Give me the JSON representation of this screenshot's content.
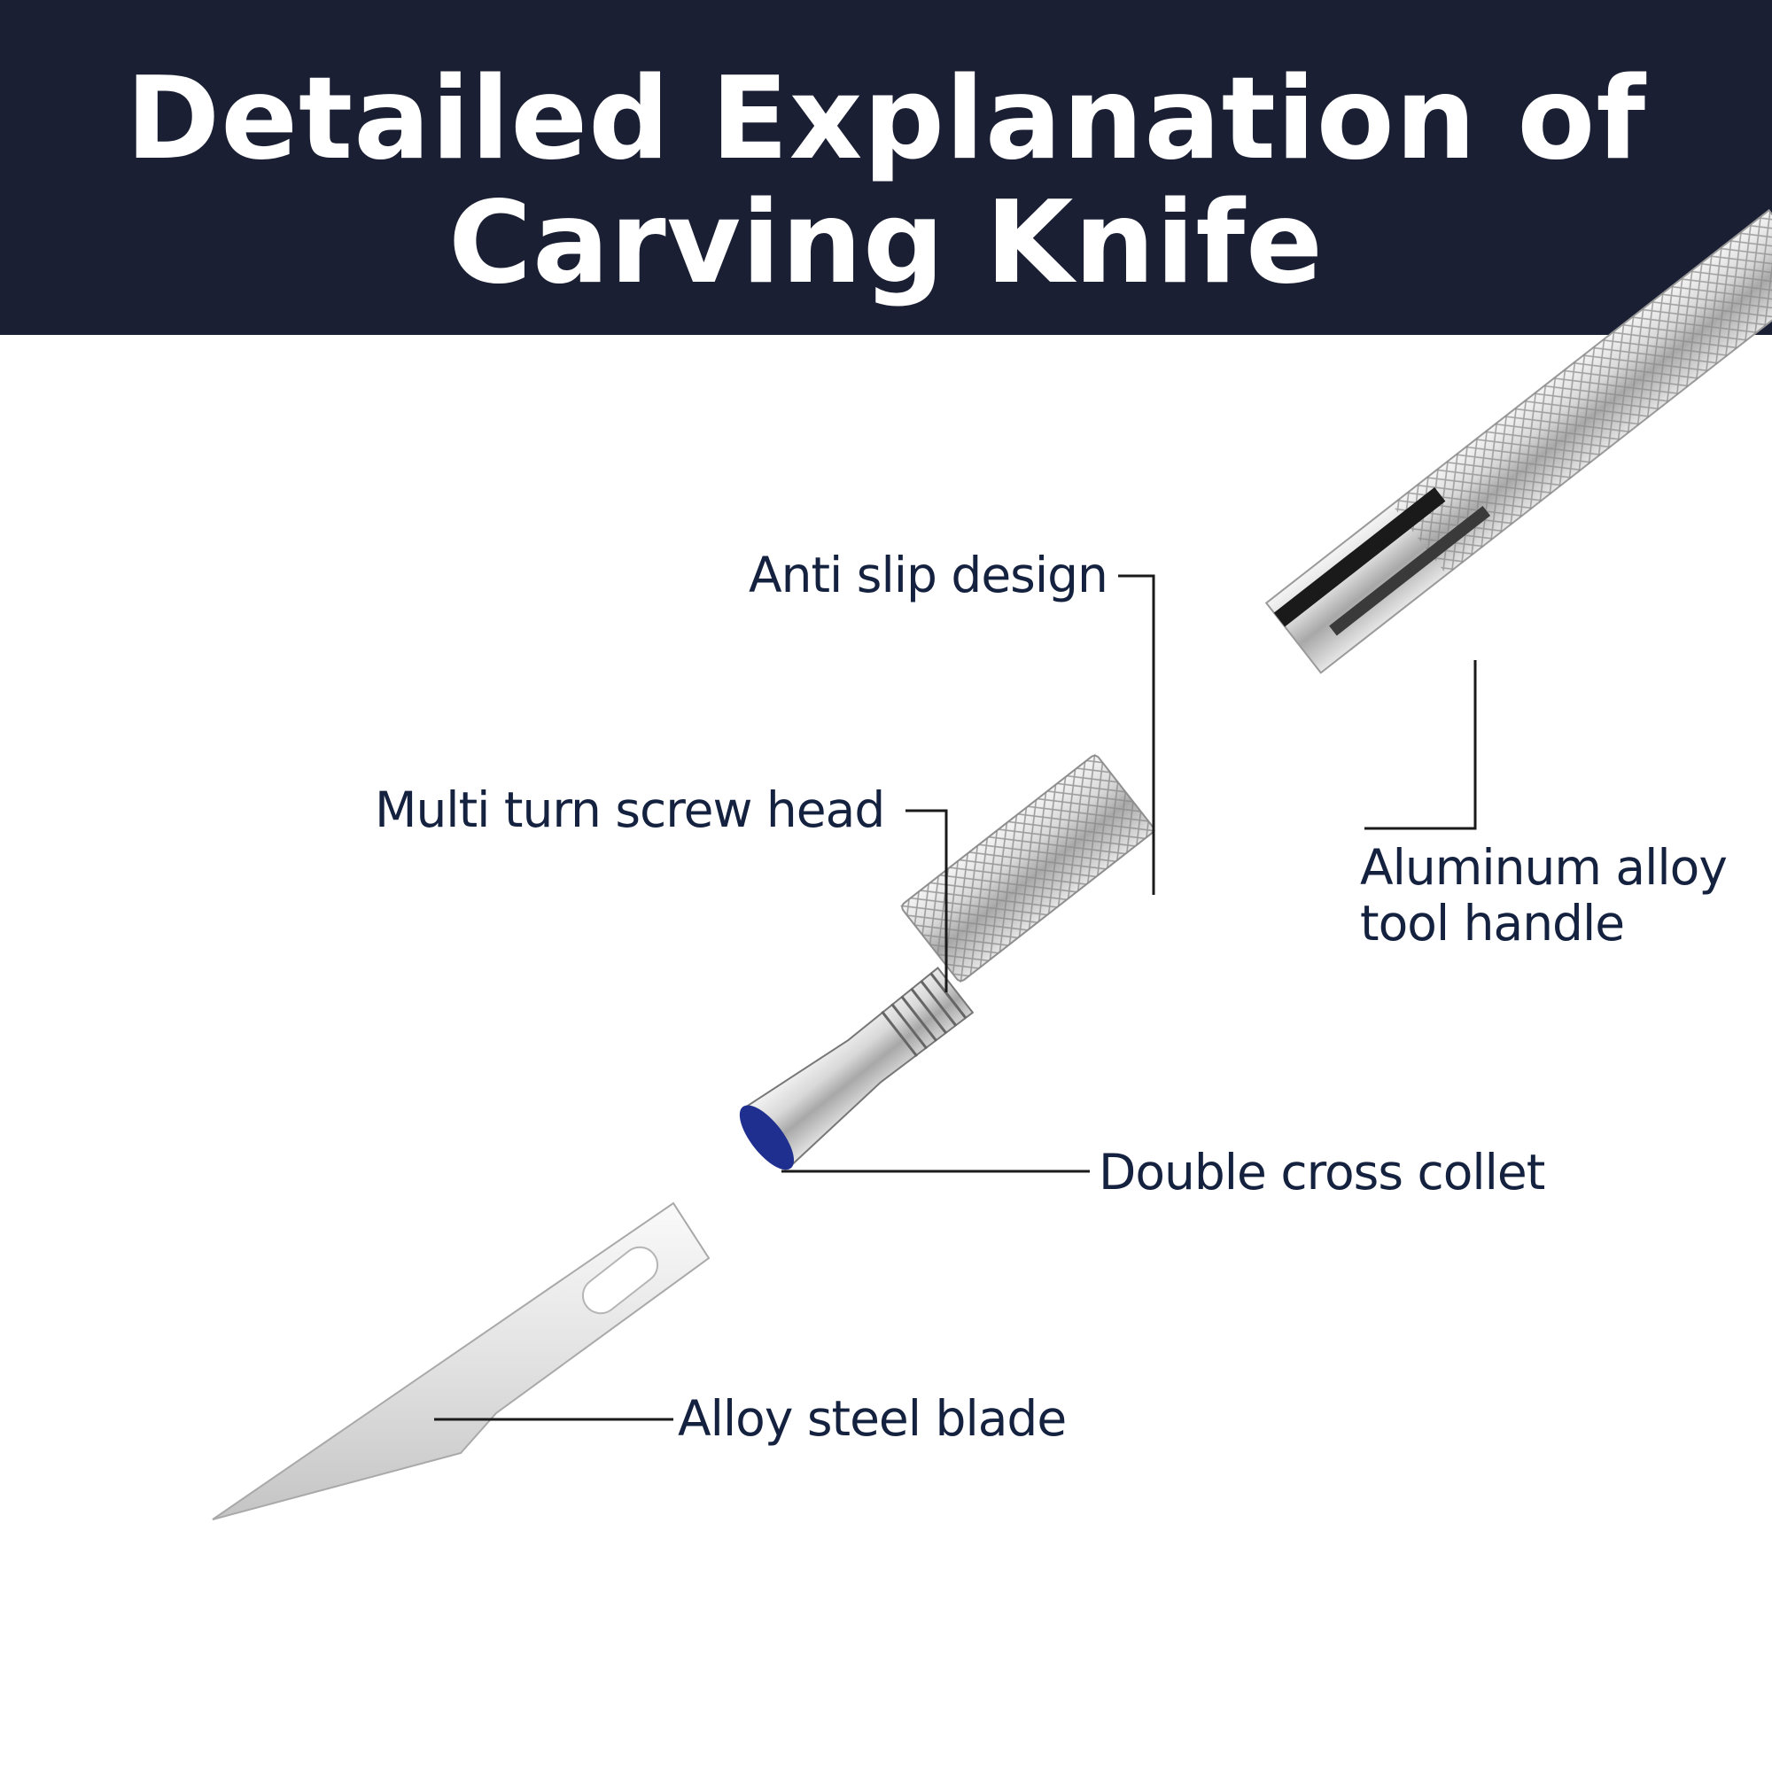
{
  "header": {
    "title_line1": "Detailed Explanation of",
    "title_line2": "Carving Knife"
  },
  "labels": {
    "anti_slip": "Anti slip design",
    "screw_head": "Multi turn screw head",
    "handle_line1": "Aluminum alloy",
    "handle_line2": "tool handle",
    "collet": "Double cross collet",
    "blade": "Alloy steel blade"
  },
  "colors": {
    "header_bg": "#1b1f33",
    "label_text": "#14213f",
    "collet_ring": "#1f2f8f"
  }
}
